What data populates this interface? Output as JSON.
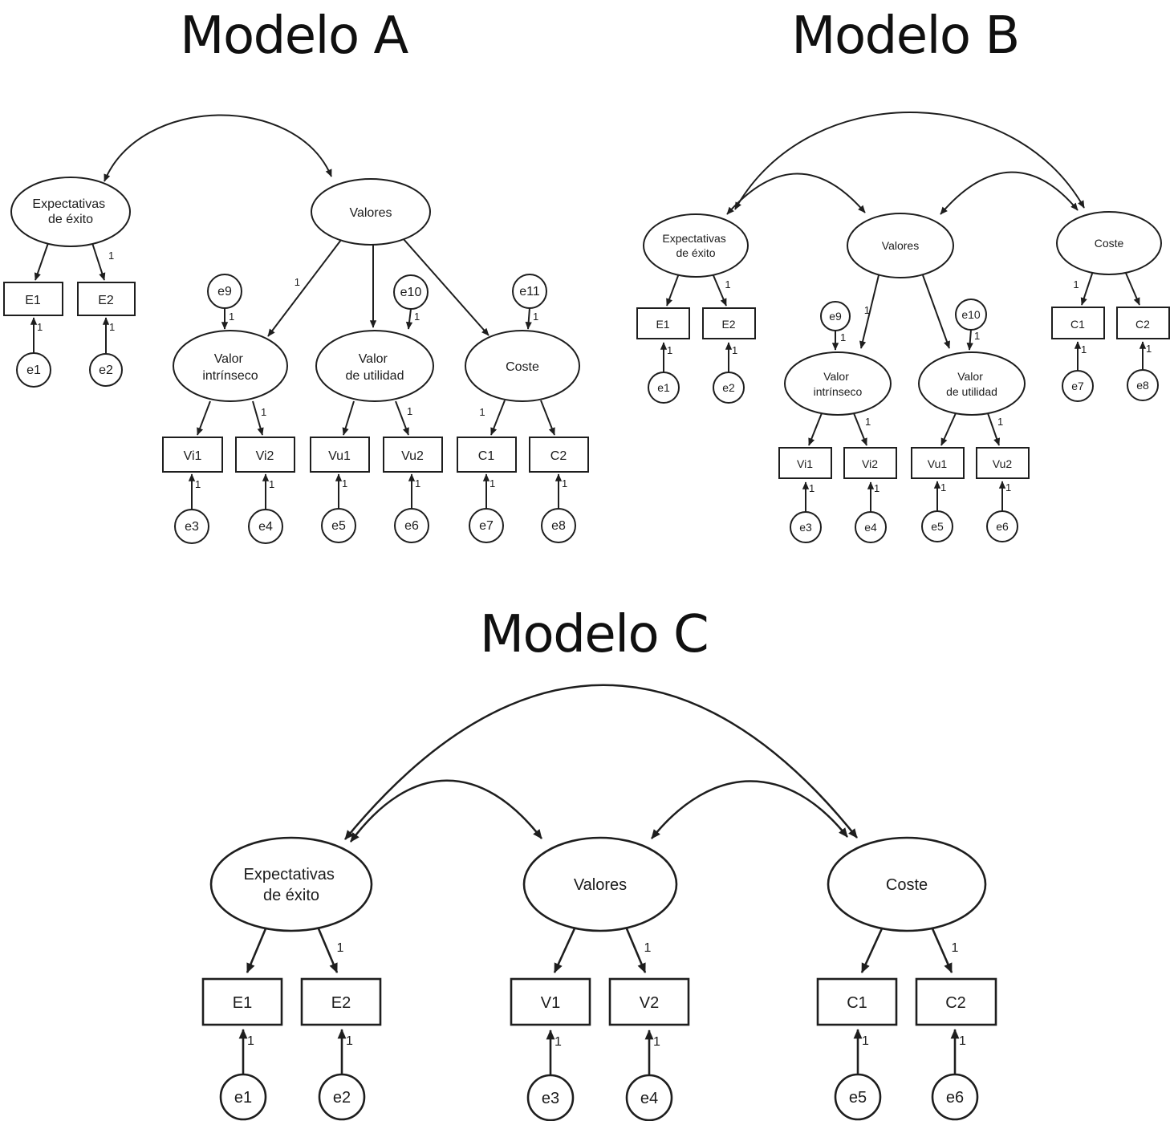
{
  "page": {
    "background": "#ffffff",
    "ink": "#1e1e1e"
  },
  "labels": {
    "one": "1"
  },
  "models": {
    "a": {
      "title": "Modelo A",
      "latents": {
        "expectativas": {
          "line1": "Expectativas",
          "line2": "de éxito"
        },
        "valores": "Valores",
        "valor_intrinseco": {
          "line1": "Valor",
          "line2": "intrínseco"
        },
        "valor_de_utilidad": {
          "line1": "Valor",
          "line2": "de utilidad"
        },
        "coste": "Coste"
      },
      "indicators": {
        "E1": "E1",
        "E2": "E2",
        "Vi1": "Vi1",
        "Vi2": "Vi2",
        "Vu1": "Vu1",
        "Vu2": "Vu2",
        "C1": "C1",
        "C2": "C2"
      },
      "errors": {
        "e1": "e1",
        "e2": "e2",
        "e3": "e3",
        "e4": "e4",
        "e5": "e5",
        "e6": "e6",
        "e7": "e7",
        "e8": "e8",
        "e9": "e9",
        "e10": "e10",
        "e11": "e11"
      }
    },
    "b": {
      "title": "Modelo B",
      "latents": {
        "expectativas": {
          "line1": "Expectativas",
          "line2": "de éxito"
        },
        "valores": "Valores",
        "coste": "Coste",
        "valor_intrinseco": {
          "line1": "Valor",
          "line2": "intrínseco"
        },
        "valor_de_utilidad": {
          "line1": "Valor",
          "line2": "de utilidad"
        }
      },
      "indicators": {
        "E1": "E1",
        "E2": "E2",
        "Vi1": "Vi1",
        "Vi2": "Vi2",
        "Vu1": "Vu1",
        "Vu2": "Vu2",
        "C1": "C1",
        "C2": "C2"
      },
      "errors": {
        "e1": "e1",
        "e2": "e2",
        "e3": "e3",
        "e4": "e4",
        "e5": "e5",
        "e6": "e6",
        "e7": "e7",
        "e8": "e8",
        "e9": "e9",
        "e10": "e10"
      }
    },
    "c": {
      "title": "Modelo C",
      "latents": {
        "expectativas": {
          "line1": "Expectativas",
          "line2": "de éxito"
        },
        "valores": "Valores",
        "coste": "Coste"
      },
      "indicators": {
        "E1": "E1",
        "E2": "E2",
        "V1": "V1",
        "V2": "V2",
        "C1": "C1",
        "C2": "C2"
      },
      "errors": {
        "e1": "e1",
        "e2": "e2",
        "e3": "e3",
        "e4": "e4",
        "e5": "e5",
        "e6": "e6"
      }
    }
  }
}
